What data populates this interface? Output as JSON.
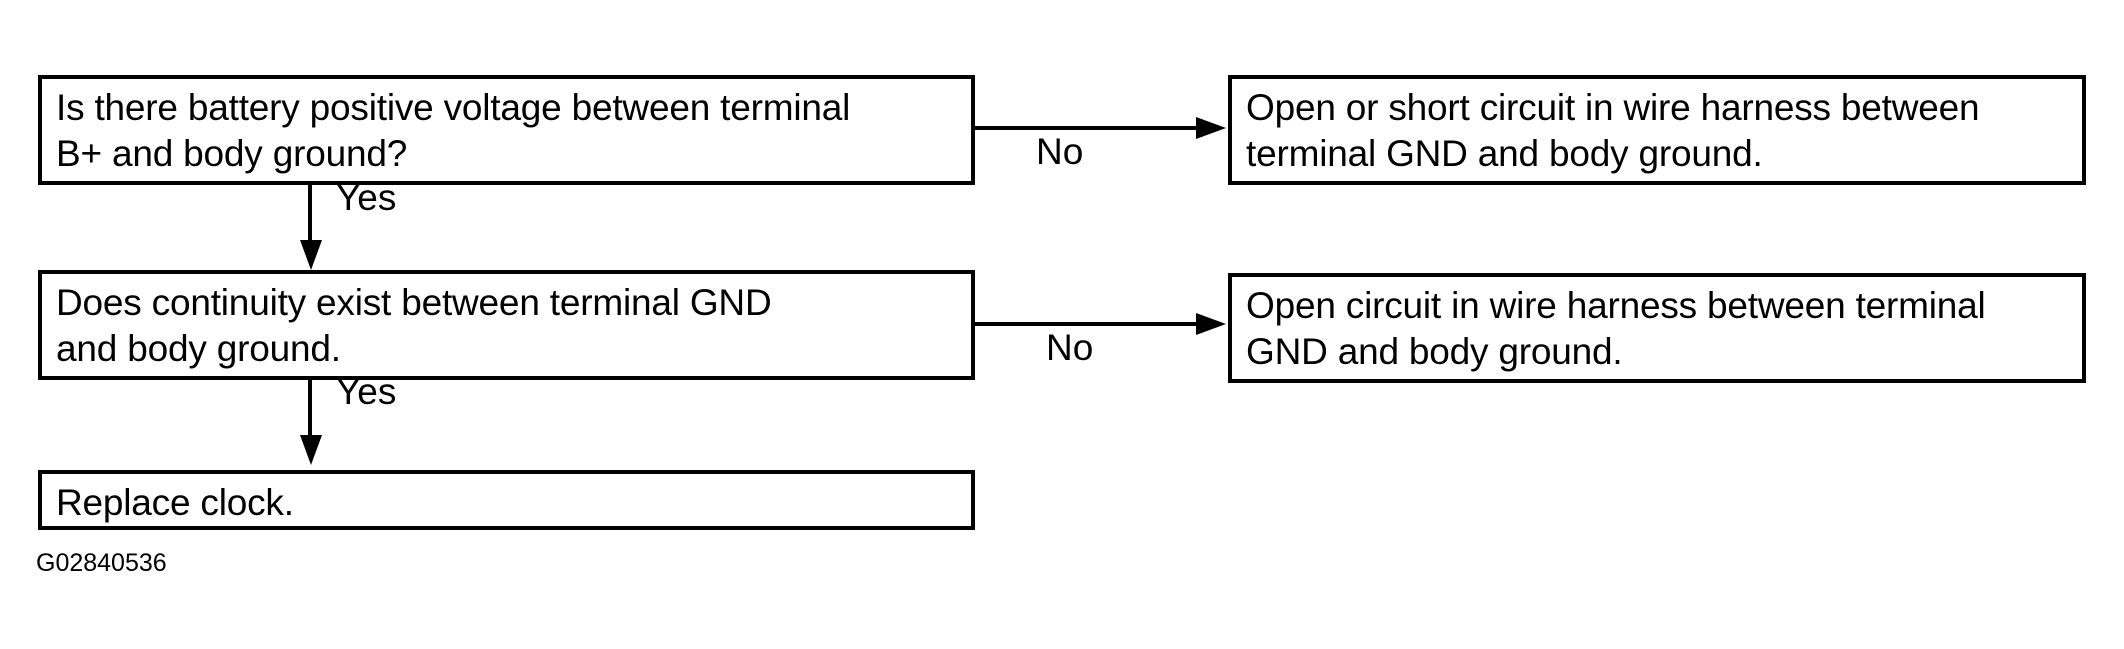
{
  "diagram": {
    "figure_id": "G02840536",
    "nodes": [
      {
        "id": "q1",
        "text": "Is there battery positive voltage between terminal\nB+ and body ground?"
      },
      {
        "id": "q2",
        "text": "Does continuity exist between terminal GND\nand body ground."
      },
      {
        "id": "end",
        "text": "Replace clock."
      },
      {
        "id": "r1",
        "text": "Open or short circuit in wire harness between\nterminal GND and body ground."
      },
      {
        "id": "r2",
        "text": "Open circuit in wire harness between terminal\nGND and body ground."
      }
    ],
    "edges": [
      {
        "id": "q1-to-r1",
        "label": "No"
      },
      {
        "id": "q1-to-q2",
        "label": "Yes"
      },
      {
        "id": "q2-to-r2",
        "label": "No"
      },
      {
        "id": "q2-to-end",
        "label": "Yes"
      }
    ],
    "colors": {
      "stroke": "#000000",
      "background": "#ffffff",
      "text": "#000000"
    }
  }
}
